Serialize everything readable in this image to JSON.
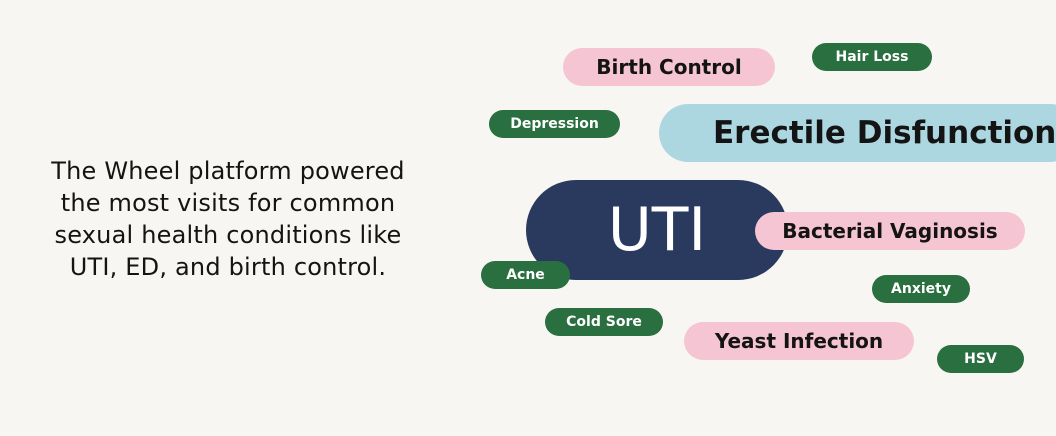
{
  "headline": {
    "line1": "The Wheel platform powered",
    "line2": "the most visits for common",
    "line3": "sexual health conditions like",
    "line4": "UTI, ED, and birth control."
  },
  "conditions": {
    "birth_control": "Birth Control",
    "hair_loss": "Hair Loss",
    "depression": "Depression",
    "erectile_dysfunction": "Erectile Disfunction",
    "uti": "UTI",
    "bacterial_vaginosis": "Bacterial Vaginosis",
    "acne": "Acne",
    "anxiety": "Anxiety",
    "cold_sore": "Cold Sore",
    "yeast_infection": "Yeast Infection",
    "hsv": "HSV"
  },
  "colors": {
    "background": "#f8f6f3",
    "green_pill": "#2a6f3f",
    "pink_pill": "#f5c5d3",
    "blue_pill": "#acd7e1",
    "navy_pill": "#293a5e"
  }
}
